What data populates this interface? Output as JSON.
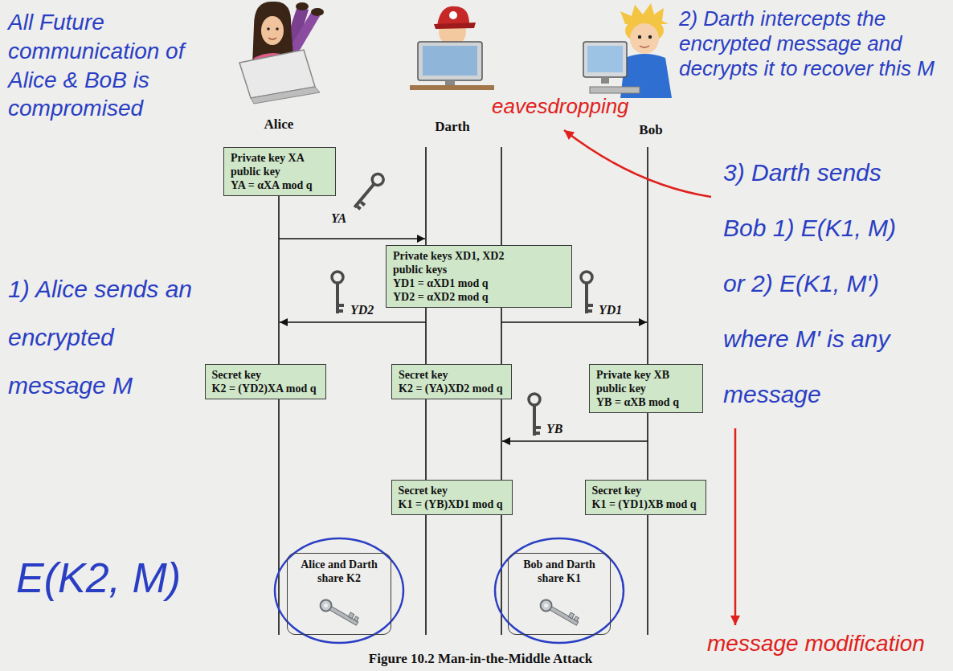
{
  "diagram": {
    "caption": "Figure 10.2 Man-in-the-Middle Attack",
    "nodes": [
      {
        "text": [
          "Private key XA",
          "public key",
          "YA = αXA mod q"
        ]
      },
      {
        "text": [
          "Private keys XD1, XD2",
          "public keys",
          "YD1 = αXD1 mod q",
          "YD2 = αXD2 mod q"
        ]
      },
      {
        "text": [
          "Secret key",
          "K2 = (YD2)XA mod q"
        ]
      },
      {
        "text": [
          "Secret key",
          "K2 = (YA)XD2 mod q"
        ]
      },
      {
        "text": [
          "Private key XB",
          "public key",
          "YB = αXB mod q"
        ]
      },
      {
        "text": [
          "Secret key",
          "K1 = (YB)XD1 mod q"
        ]
      },
      {
        "text": [
          "Secret key",
          "K1 = (YD1)XB mod q"
        ]
      },
      {
        "text": [
          "Alice and Darth share K2"
        ]
      },
      {
        "text": [
          "Bob and Darth share K1"
        ]
      }
    ],
    "labels": [
      "Alice",
      "Darth",
      "Bob",
      "YA",
      "YD2",
      "YD1",
      "YB",
      "All Future communication of Alice & BoB is compromised",
      "1) Alice sends an encrypted message M",
      "E(K2, M)",
      "2) Darth intercepts the encrypted message and decrypts it to recover this M",
      "eavesdropping",
      "3) Darth sends Bob 1) E(K1, M) or 2) E(K1, M') where M' is any message",
      "message modification"
    ]
  }
}
